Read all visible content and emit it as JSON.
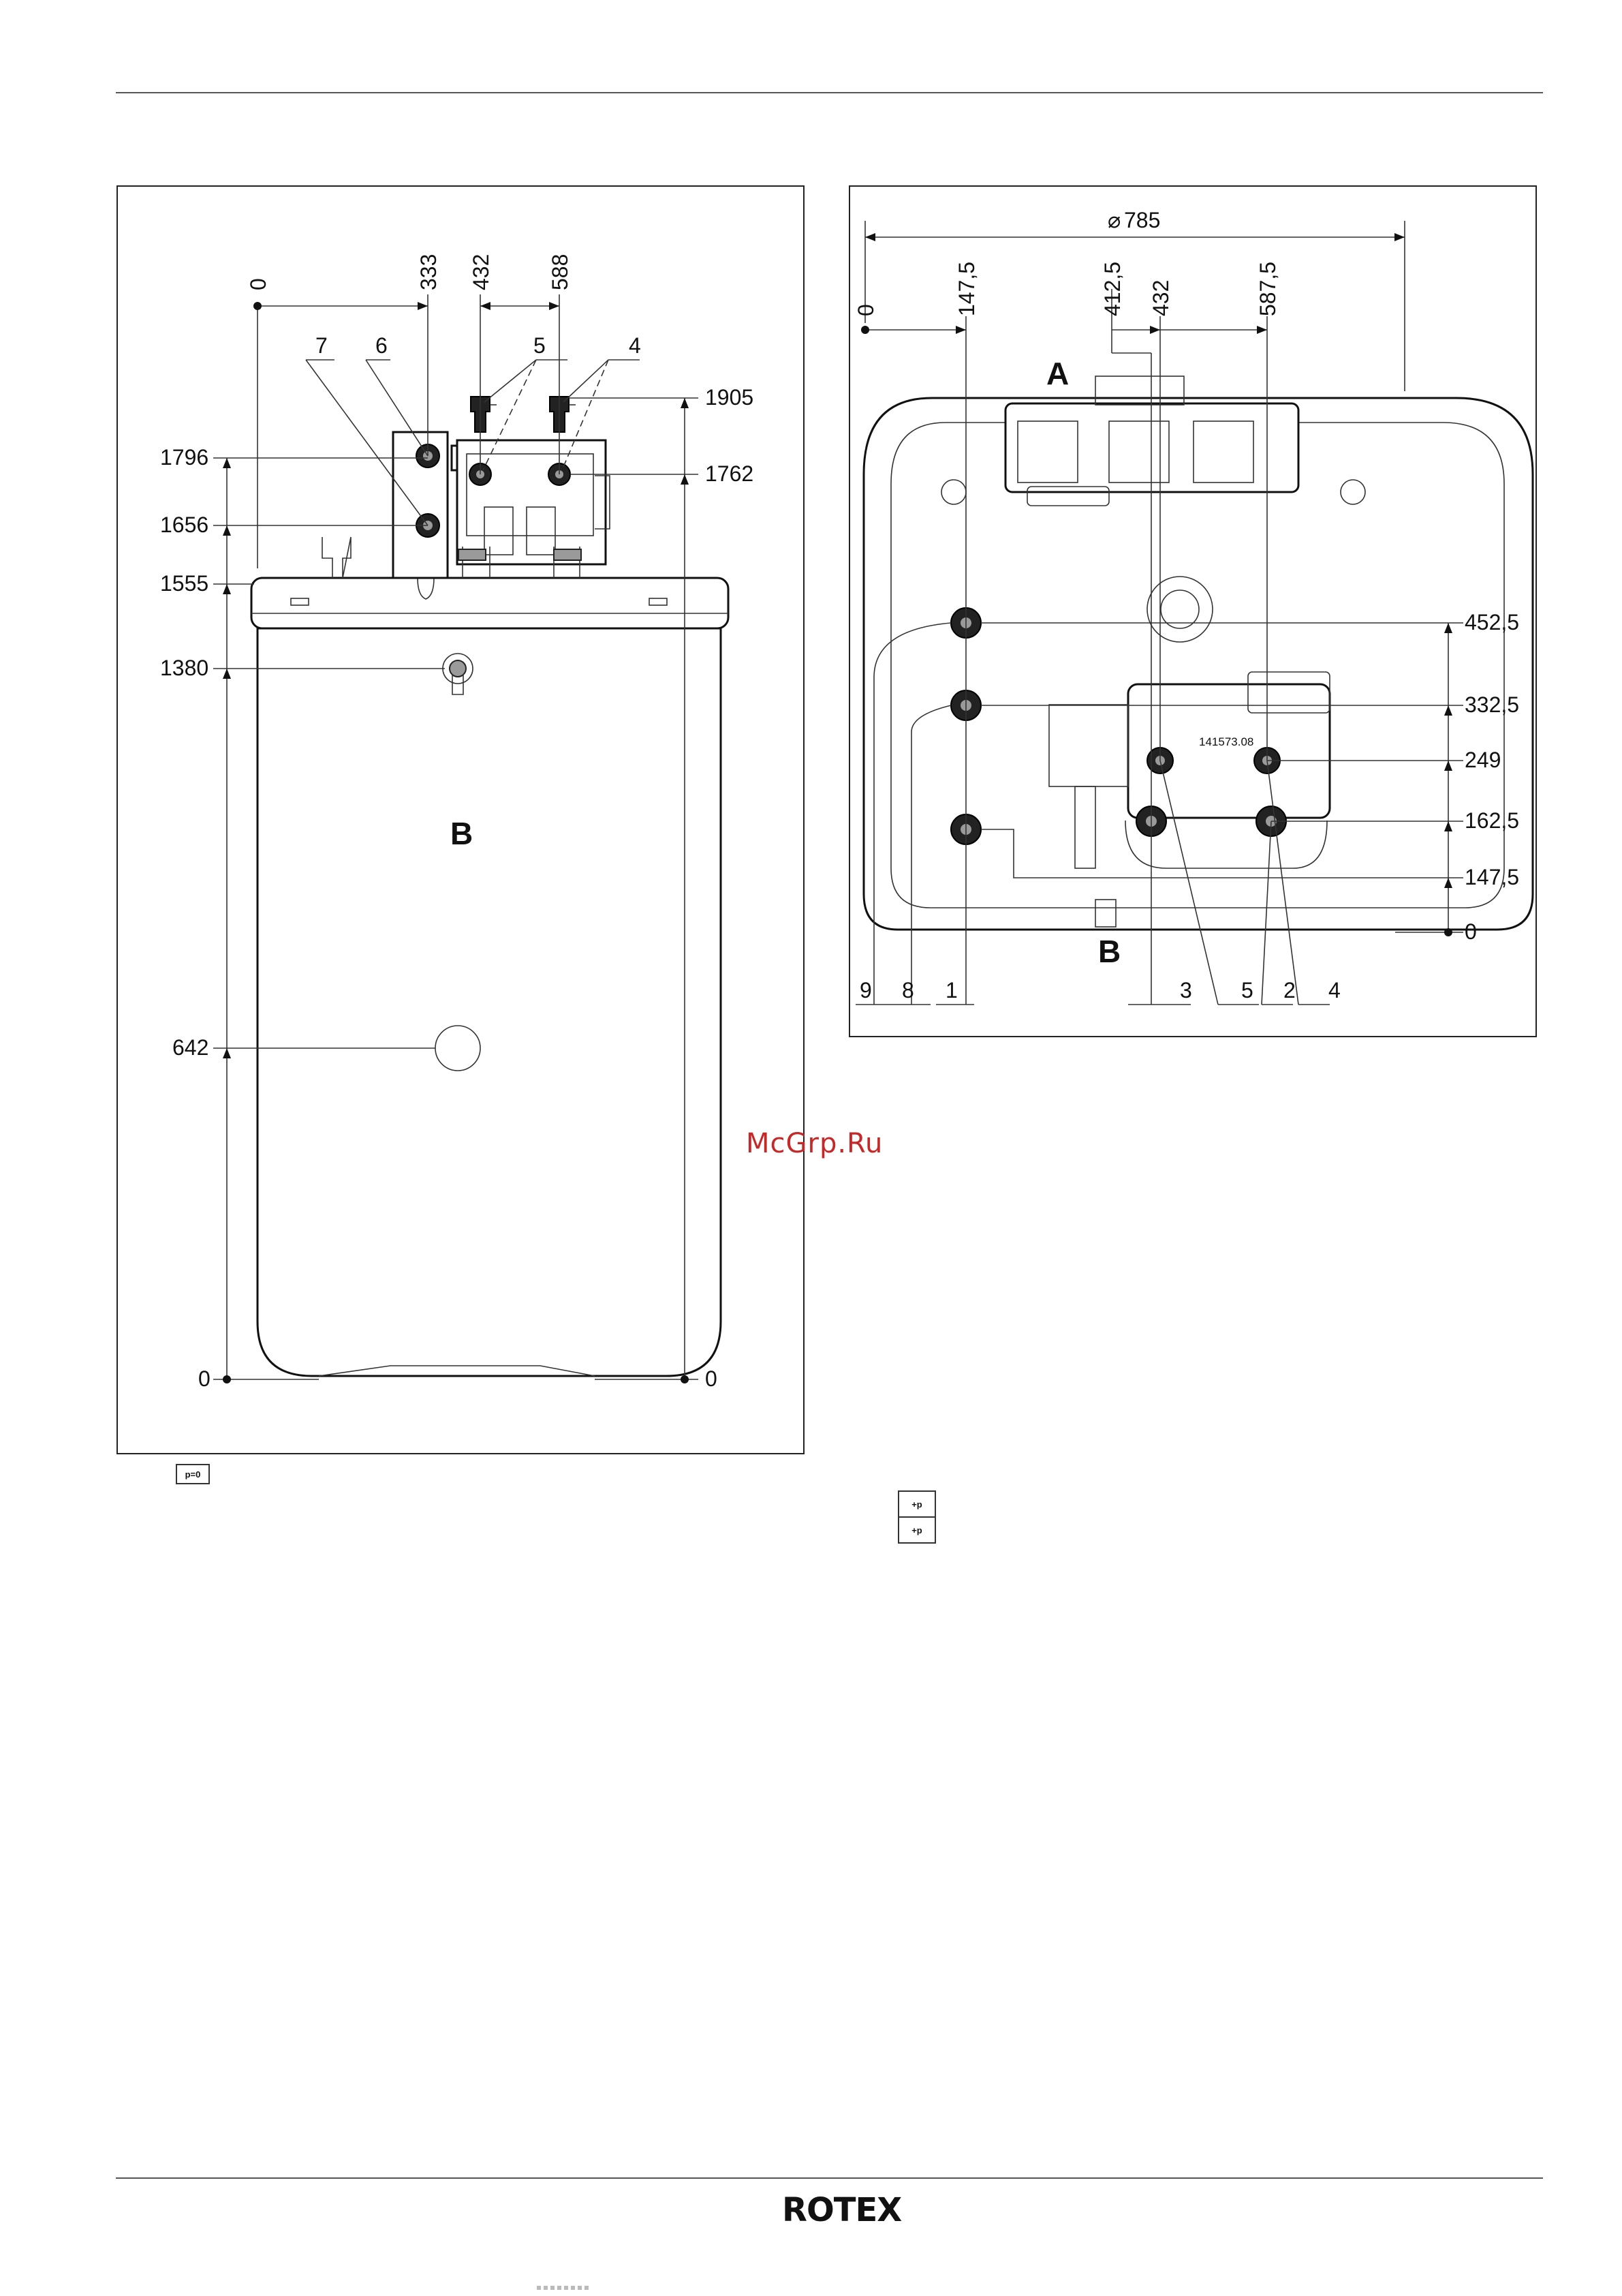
{
  "left_view": {
    "zero_label": "0",
    "top_dims": [
      "333",
      "432",
      "588"
    ],
    "callouts": [
      "7",
      "6",
      "5",
      "4"
    ],
    "left_heights": [
      "1796",
      "1656",
      "1555",
      "1380",
      "642",
      "0"
    ],
    "right_heights": [
      "1905",
      "1762",
      "0"
    ],
    "body_letter": "B",
    "symbol": "p=0"
  },
  "right_view": {
    "diameter": "785",
    "top_dims": [
      "0",
      "147,5",
      "412,5",
      "432",
      "587,5"
    ],
    "letters": [
      "A",
      "B"
    ],
    "right_heights": [
      "452,5",
      "332,5",
      "249",
      "162,5",
      "147,5",
      "0"
    ],
    "bottom_callouts": [
      "9",
      "8",
      "1",
      "3",
      "5",
      "2",
      "4"
    ],
    "part_number": "141573.08",
    "symbol": "+p"
  },
  "watermark": "McGrp.Ru",
  "footer": {
    "logo": "ROTEX"
  }
}
